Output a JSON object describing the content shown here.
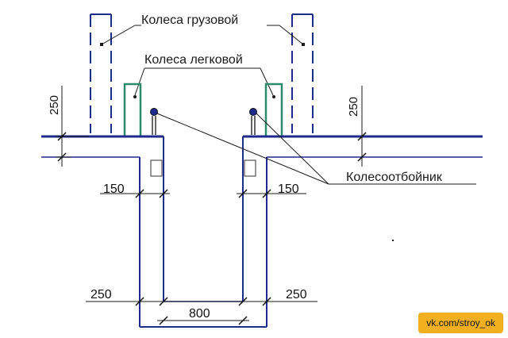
{
  "labels": {
    "truck_wheels": "Колеса грузовой",
    "car_wheels": "Колеса легковой",
    "wheel_stop": "Колесоотбойник"
  },
  "dimensions": {
    "left_curb_height": "250",
    "right_curb_height": "250",
    "left_wall": "150",
    "right_wall": "150",
    "left_offset": "250",
    "right_offset": "250",
    "pit_width": "800"
  },
  "watermark": {
    "text": "vk.com/stroy_ok"
  },
  "colors": {
    "structure": "#1e2a8c",
    "car_wheel": "#2a8a6a",
    "watermark_bg": "#f2b01e"
  }
}
